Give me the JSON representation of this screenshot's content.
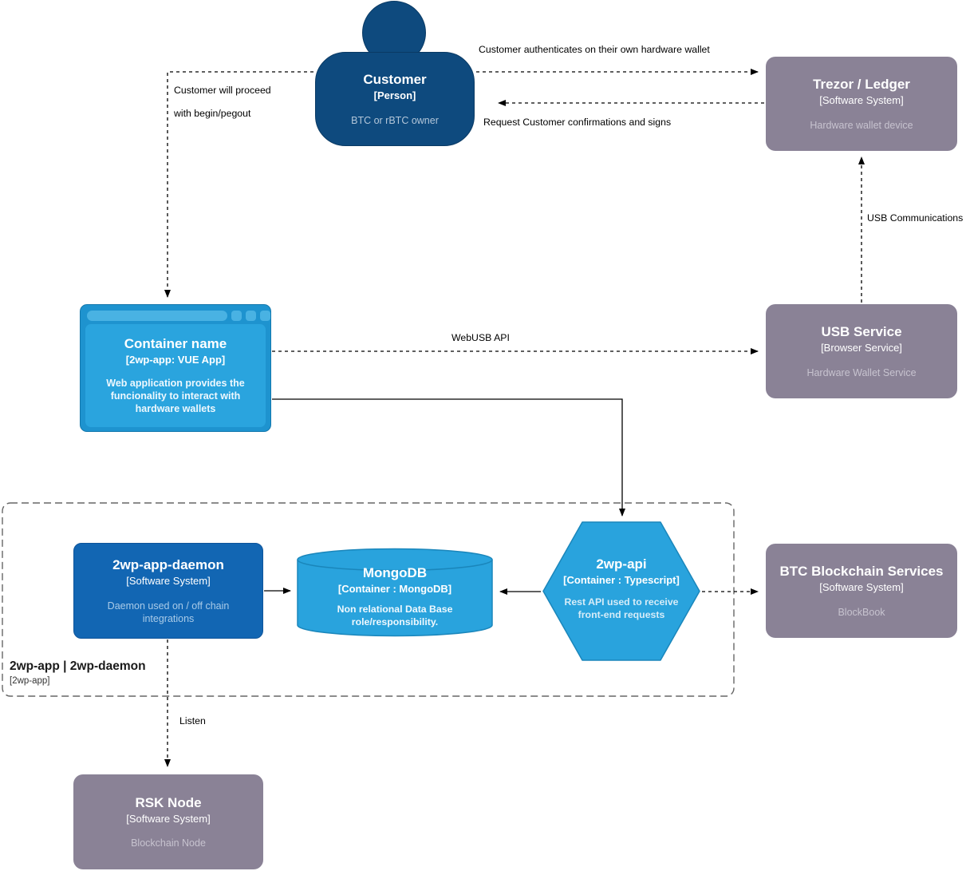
{
  "colors": {
    "person_fill": "#0e4a7e",
    "external_system_fill": "#8a8296",
    "container_fill": "#29a3dd",
    "daemon_fill": "#1266b3",
    "edge_color": "#000000",
    "boundary_color": "#666666"
  },
  "nodes": {
    "customer": {
      "title": "Customer",
      "type": "[Person]",
      "description": "BTC or rBTC owner"
    },
    "trezor_ledger": {
      "title": "Trezor / Ledger",
      "type": "[Software System]",
      "description": "Hardware wallet device"
    },
    "web_app": {
      "title": "Container name",
      "type": "[2wp-app: VUE App]",
      "description": "Web application provides the funcionality to interact with hardware wallets"
    },
    "usb_service": {
      "title": "USB Service",
      "type": "[Browser Service]",
      "description": "Hardware Wallet Service"
    },
    "daemon": {
      "title": "2wp-app-daemon",
      "type": "[Software System]",
      "description": "Daemon used on / off chain integrations"
    },
    "mongodb": {
      "title": "MongoDB",
      "type": "[Container : MongoDB]",
      "description": "Non relational Data Base role/responsibility."
    },
    "api": {
      "title": "2wp-api",
      "type": "[Container : Typescript]",
      "description": "Rest API used to receive front-end requests"
    },
    "btc_services": {
      "title": "BTC Blockchain Services",
      "type": "[Software System]",
      "description": "BlockBook"
    },
    "rsk_node": {
      "title": "RSK Node",
      "type": "[Software System]",
      "description": "Blockchain Node"
    }
  },
  "boundary": {
    "title": "2wp-app | 2wp-daemon",
    "type": "[2wp-app]"
  },
  "edges": {
    "authenticate": "Customer authenticates on their own hardware wallet",
    "request_confirmations": "Request Customer confirmations and signs",
    "proceed_line1": "Customer will proceed",
    "proceed_line2": "with begin/pegout",
    "webusb_api": "WebUSB API",
    "usb_communications": "USB Communications",
    "listen": "Listen"
  }
}
